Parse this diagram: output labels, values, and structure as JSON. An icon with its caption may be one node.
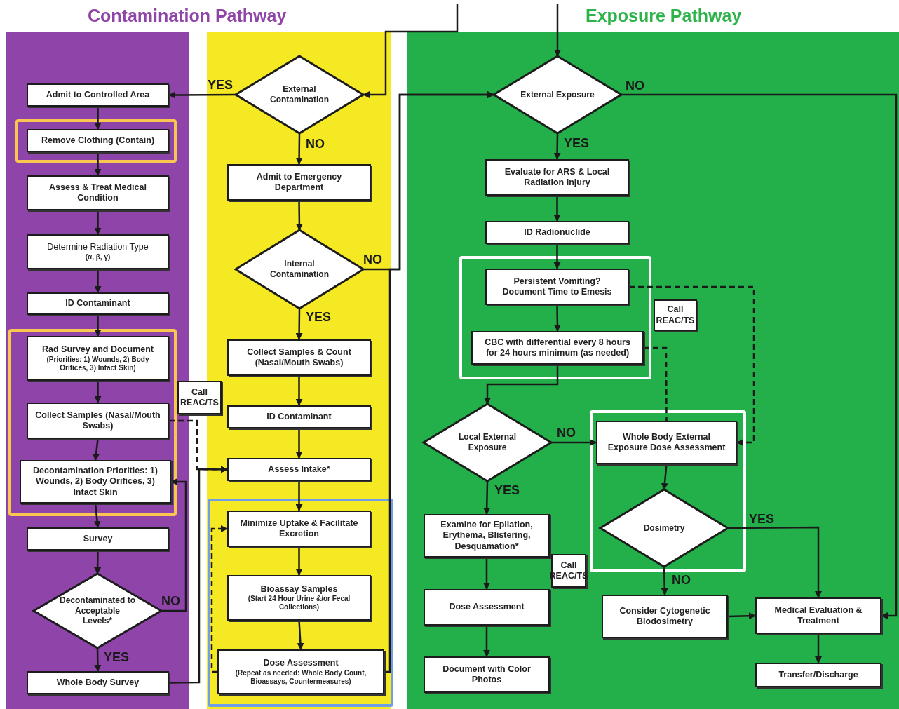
{
  "diagram": {
    "nodes": [
      {
        "text": [
          "Admit to Controlled Area"
        ]
      },
      {
        "text": [
          "Remove Clothing (Contain)"
        ]
      },
      {
        "text": [
          "Assess & Treat Medical Condition"
        ]
      },
      {
        "text": [
          "Determine Radiation Type",
          "(α, β, γ)"
        ]
      },
      {
        "text": [
          "ID Contaminant"
        ]
      },
      {
        "text": [
          "Rad Survey and Document",
          "(Priorities: 1) Wounds, 2) Body Orifices, 3) Intact Skin)"
        ]
      },
      {
        "text": [
          "Collect Samples (Nasal/Mouth Swabs)"
        ]
      },
      {
        "text": [
          "Decontamination Priorities: 1) Wounds, 2) Body Orifices, 3) Intact Skin"
        ]
      },
      {
        "text": [
          "Survey"
        ]
      },
      {
        "text": [
          "Decontaminated to Acceptable Levels*"
        ]
      },
      {
        "text": [
          "Whole Body Survey"
        ]
      },
      {
        "text": [
          "Call REAC/TS"
        ]
      },
      {
        "text": [
          "External Contamination"
        ]
      },
      {
        "text": [
          "Admit to Emergency Department"
        ]
      },
      {
        "text": [
          "Internal Contamination"
        ]
      },
      {
        "text": [
          "Collect Samples & Count (Nasal/Mouth Swabs)"
        ]
      },
      {
        "text": [
          "ID Contaminant"
        ]
      },
      {
        "text": [
          "Assess Intake*"
        ]
      },
      {
        "text": [
          "Minimize Uptake & Facilitate Excretion"
        ]
      },
      {
        "text": [
          "Bioassay Samples",
          "(Start 24 Hour Urine &/or Fecal Collections)"
        ]
      },
      {
        "text": [
          "Dose Assessment",
          "(Repeat as needed: Whole Body Count, Bioassays, Countermeasures)"
        ]
      },
      {
        "text": [
          "External Exposure"
        ]
      },
      {
        "text": [
          "Evaluate for ARS & Local Radiation Injury"
        ]
      },
      {
        "text": [
          "ID Radionuclide"
        ]
      },
      {
        "text": [
          "Persistent Vomiting? Document Time to Emesis"
        ]
      },
      {
        "text": [
          "Call REAC/TS"
        ]
      },
      {
        "text": [
          "CBC with differential every 8 hours for 24 hours minimum (as needed)"
        ]
      },
      {
        "text": [
          "Local External Exposure"
        ]
      },
      {
        "text": [
          "Whole Body External Exposure Dose Assessment"
        ]
      },
      {
        "text": [
          "Examine for Epilation, Erythema, Blistering, Desquamation*"
        ]
      },
      {
        "text": [
          "Call REAC/TS"
        ]
      },
      {
        "text": [
          "Dosimetry"
        ]
      },
      {
        "text": [
          "Dose Assessment"
        ]
      },
      {
        "text": [
          "Consider Cytogenetic Biodosimetry"
        ]
      },
      {
        "text": [
          "Medical Evaluation & Treatment"
        ]
      },
      {
        "text": [
          "Document with Color Photos"
        ]
      },
      {
        "text": [
          "Transfer/Discharge"
        ]
      }
    ],
    "edges": [
      {
        "from": null,
        "to": 12,
        "arrow": "to"
      },
      {
        "from": null,
        "to": 21,
        "arrow": "to"
      },
      {
        "from": 12,
        "to": 0,
        "arrow": "to",
        "label": "YES"
      },
      {
        "from": 12,
        "to": 13,
        "arrow": "to",
        "label": "NO"
      },
      {
        "from": 0,
        "to": 1,
        "arrow": "to"
      },
      {
        "from": 1,
        "to": 2,
        "arrow": "to"
      },
      {
        "from": 2,
        "to": 3,
        "arrow": "to"
      },
      {
        "from": 3,
        "to": 4,
        "arrow": "to"
      },
      {
        "from": 4,
        "to": 5,
        "arrow": "to"
      },
      {
        "from": 5,
        "to": 6,
        "arrow": "to"
      },
      {
        "from": 6,
        "to": 7,
        "arrow": "to"
      },
      {
        "from": 7,
        "to": 8,
        "arrow": "to"
      },
      {
        "from": 8,
        "to": 9,
        "arrow": "to"
      },
      {
        "from": 9,
        "to": 7,
        "arrow": "to",
        "label": "NO"
      },
      {
        "from": 9,
        "to": 10,
        "arrow": "to",
        "label": "YES"
      },
      {
        "from": 10,
        "to": 17,
        "arrow": "to"
      },
      {
        "from": 6,
        "to": 17,
        "arrow": "to",
        "style": "dashed"
      },
      {
        "from": 13,
        "to": 14,
        "arrow": "to"
      },
      {
        "from": 14,
        "to": 21,
        "arrow": "to",
        "label": "NO"
      },
      {
        "from": 14,
        "to": 15,
        "arrow": "to",
        "label": "YES"
      },
      {
        "from": 15,
        "to": 16,
        "arrow": "to"
      },
      {
        "from": 16,
        "to": 17,
        "arrow": "to"
      },
      {
        "from": 17,
        "to": 18,
        "arrow": "to"
      },
      {
        "from": 18,
        "to": 19,
        "arrow": "to"
      },
      {
        "from": 19,
        "to": 20,
        "arrow": "to"
      },
      {
        "from": 20,
        "to": 18,
        "arrow": "to",
        "style": "dashed"
      },
      {
        "from": 20,
        "to": 21,
        "arrow": "to"
      },
      {
        "from": 21,
        "to": 34,
        "arrow": "to",
        "label": "NO"
      },
      {
        "from": 21,
        "to": 22,
        "arrow": "to",
        "label": "YES"
      },
      {
        "from": 22,
        "to": 23,
        "arrow": "to"
      },
      {
        "from": 23,
        "to": 24,
        "arrow": "to"
      },
      {
        "from": 24,
        "to": 26,
        "arrow": "to"
      },
      {
        "from": 24,
        "to": 28,
        "arrow": "to",
        "style": "dashed"
      },
      {
        "from": 26,
        "to": 28,
        "arrow": "none",
        "style": "dashed"
      },
      {
        "from": 26,
        "to": 27,
        "arrow": "to"
      },
      {
        "from": 27,
        "to": 28,
        "arrow": "to",
        "label": "NO"
      },
      {
        "from": 27,
        "to": 29,
        "arrow": "to",
        "label": "YES"
      },
      {
        "from": 29,
        "to": 32,
        "arrow": "to"
      },
      {
        "from": 32,
        "to": 35,
        "arrow": "to"
      },
      {
        "from": 28,
        "to": 31,
        "arrow": "to"
      },
      {
        "from": 31,
        "to": 34,
        "arrow": "to",
        "label": "YES"
      },
      {
        "from": 31,
        "to": 33,
        "arrow": "to",
        "label": "NO"
      },
      {
        "from": 33,
        "to": 34,
        "arrow": "to"
      },
      {
        "from": 34,
        "to": 36,
        "arrow": "to"
      }
    ],
    "labels": [
      "Contamination Pathway",
      "Exposure Pathway"
    ]
  }
}
